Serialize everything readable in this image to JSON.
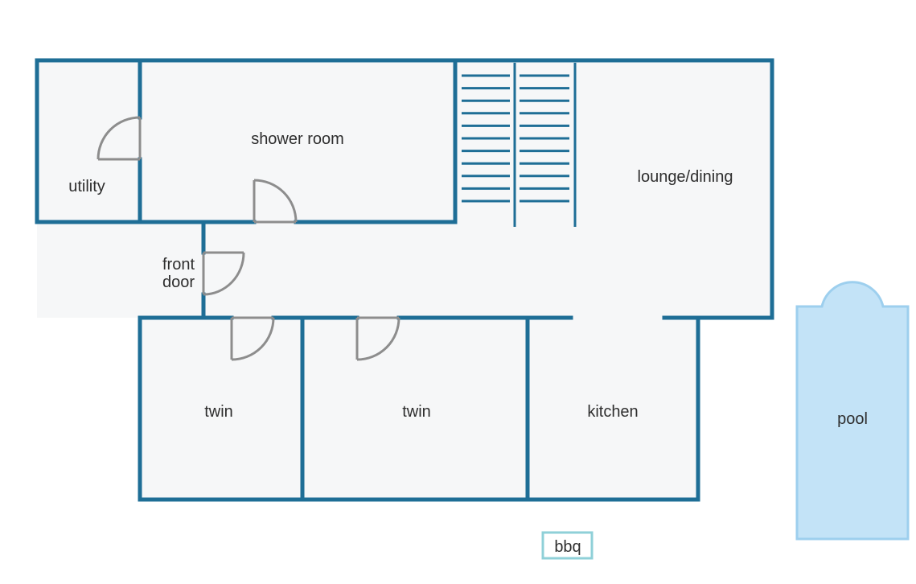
{
  "rooms": {
    "utility": "utility",
    "shower_room": "shower room",
    "lounge_dining": "lounge/dining",
    "front_door_line1": "front",
    "front_door_line2": "door",
    "twin_left": "twin",
    "twin_right": "twin",
    "kitchen": "kitchen",
    "pool": "pool",
    "bbq": "bbq"
  },
  "colors": {
    "wall": "#1e6e96",
    "floor": "#f6f7f8",
    "door": "#8d8d8d",
    "pool_fill": "#c3e3f7",
    "pool_edge": "#9dcfee",
    "bbq_edge": "#8fd0d8"
  }
}
